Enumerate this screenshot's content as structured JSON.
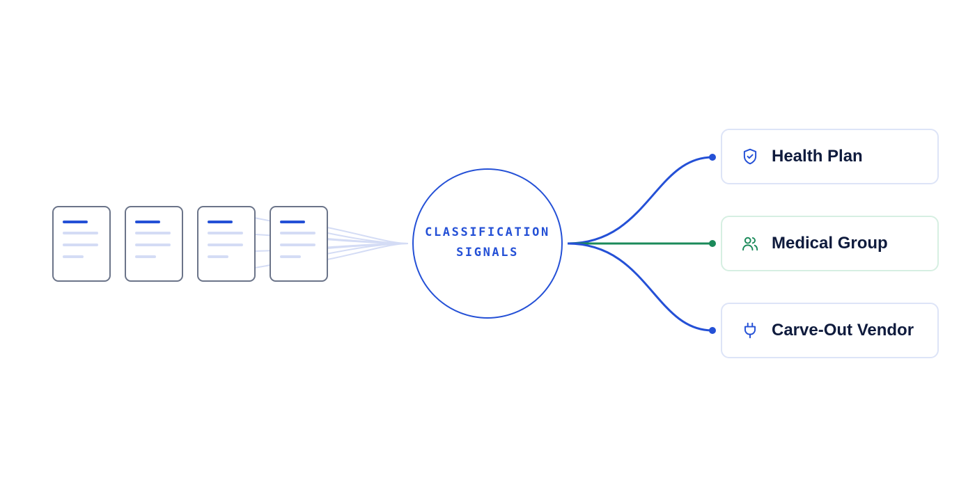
{
  "hub": {
    "line1": "CLASSIFICATION",
    "line2": "SIGNALS"
  },
  "documents": [
    {
      "name": "document-1"
    },
    {
      "name": "document-2"
    },
    {
      "name": "document-3"
    },
    {
      "name": "document-4"
    }
  ],
  "categories": [
    {
      "label": "Health Plan",
      "icon": "shield-check-icon",
      "color": "#2450d6"
    },
    {
      "label": "Medical Group",
      "icon": "users-icon",
      "color": "#1b8a5a"
    },
    {
      "label": "Carve-Out Vendor",
      "icon": "plug-icon",
      "color": "#2450d6"
    }
  ],
  "colors": {
    "primary_blue": "#2450d6",
    "green": "#1b8a5a",
    "doc_border": "#6b7489",
    "doc_line_light": "#d4dcf5",
    "card_border_blue": "#dde4f7",
    "card_border_green": "#d6efe2",
    "label_text": "#0f1b3d"
  }
}
